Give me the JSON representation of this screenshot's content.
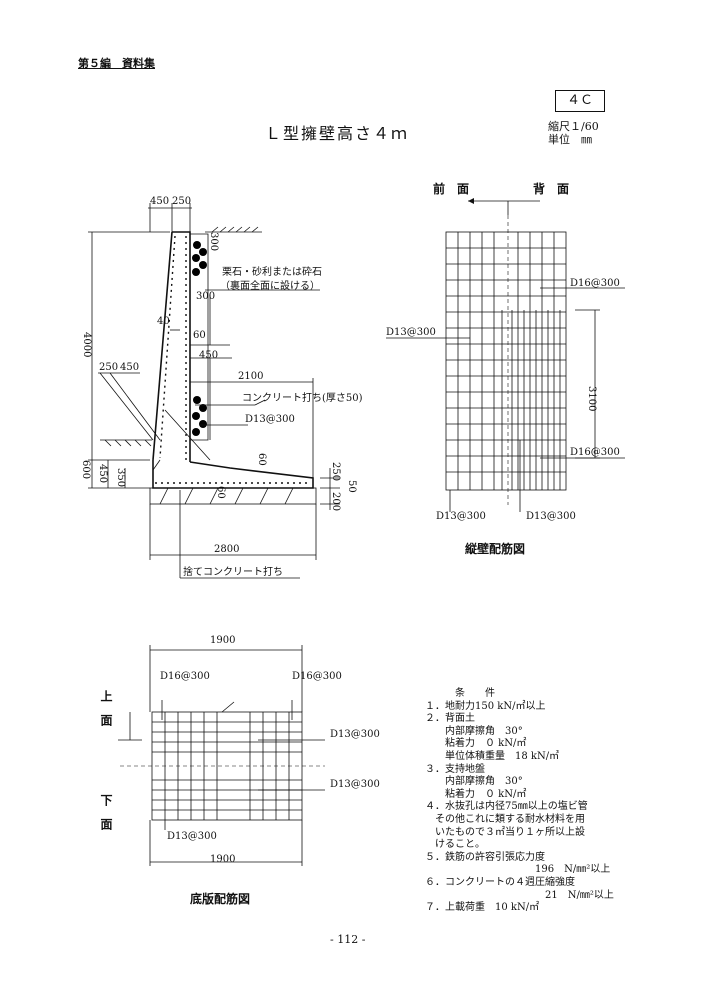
{
  "header": "第５編　資料集",
  "code": "４Ｃ",
  "title": "Ｌ型擁壁高さ４ｍ",
  "scale": {
    "ratio": "縮尺１/60",
    "unit": "単位　㎜"
  },
  "section": {
    "dims": {
      "top_w1": "450",
      "top_w2": "250",
      "d300a": "300",
      "d300b": "300",
      "d40": "40",
      "d60": "60",
      "d450a": "450",
      "d2100": "2100",
      "d4000": "4000",
      "d250": "250",
      "d450b": "450",
      "d600": "600",
      "d450c": "450",
      "d350": "350",
      "d60b": "60",
      "d60c": "60",
      "d250b": "250",
      "d50": "50",
      "d200": "200",
      "d2800": "2800"
    },
    "notes": {
      "gravel": "栗石・砂利または砕石",
      "gravel2": "（裏面全面に設ける）",
      "concrete": "コンクリート打ち(厚さ50)",
      "bar": "D13@300",
      "lean": "捨てコンクリート打ち"
    }
  },
  "wall": {
    "front": "前　面",
    "back": "背　面",
    "bar_d16_top": "D16@300",
    "bar_d13_left": "D13@300",
    "bar_d16_low": "D16@300",
    "dim3100": "3100",
    "bar_d13_b1": "D13@300",
    "bar_d13_b2": "D13@300",
    "caption": "縦壁配筋図"
  },
  "base": {
    "dim1900top": "1900",
    "bar_d16_a": "D16@300",
    "bar_d16_b": "D16@300",
    "bar_d13_a": "D13@300",
    "bar_d13_b": "D13@300",
    "bar_d13_c": "D13@300",
    "dim1900bot": "1900",
    "upper": "上　面",
    "lower": "下　面",
    "caption": "底版配筋図"
  },
  "conditions": "　　　条　　件\n１．地耐力150 kN/㎡以上\n２．背面土\n　　内部摩擦角　30°\n　　粘着力　０ kN/㎡\n　　単位体積重量　18 kN/㎥\n３．支持地盤\n　　内部摩擦角　30°\n　　粘着力　０ kN/㎡\n４．水抜孔は内径75㎜以上の塩ビ管\n　その他これに類する耐水材料を用\n　いたもので３㎡当り１ヶ所以上設\n　けること。\n５．鉄筋の許容引張応力度\n　　　　　　　　　　　196　N/㎜²以上\n６．コンクリートの４週圧縮強度\n　　　　　　　　　　　　21　N/㎜²以上\n７．上載荷重　10 kN/㎡",
  "page": "- 112 -"
}
